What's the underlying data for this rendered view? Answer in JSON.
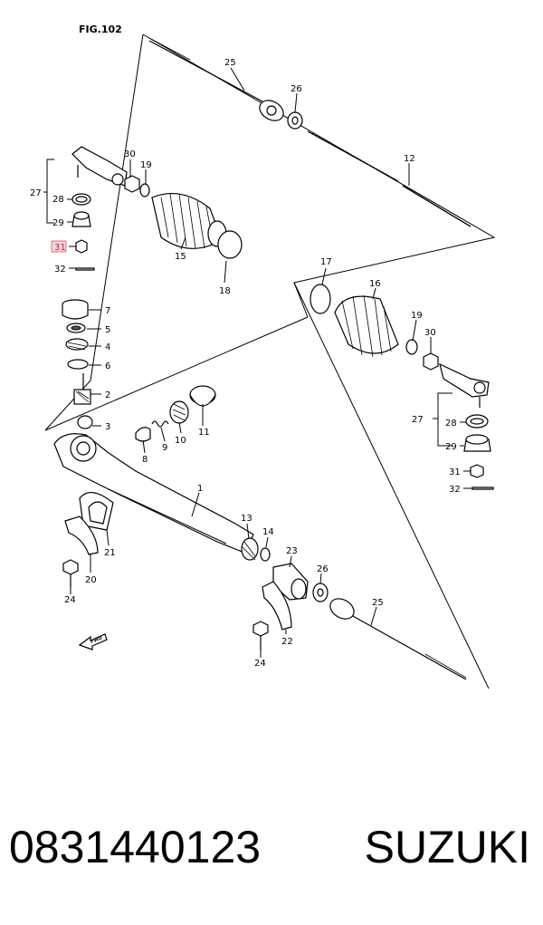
{
  "figure": {
    "title": "FIG.102",
    "fwd_label": "FWD",
    "highlight_color": "#e05060",
    "callouts": {
      "c25a": "25",
      "c26a": "26",
      "c12": "12",
      "c30a": "30",
      "c19a": "19",
      "c27a": "27",
      "c28a": "28",
      "c29a": "29",
      "c31a": "31",
      "c32a": "32",
      "c15": "15",
      "c18": "18",
      "c17": "17",
      "c16": "16",
      "c19b": "19",
      "c30b": "30",
      "c27b": "27",
      "c28b": "28",
      "c29b": "29",
      "c31b": "31",
      "c32b": "32",
      "c7": "7",
      "c5": "5",
      "c4": "4",
      "c6": "6",
      "c2": "2",
      "c3": "3",
      "c8": "8",
      "c9": "9",
      "c10": "10",
      "c11": "11",
      "c1": "1",
      "c13": "13",
      "c14": "14",
      "c23": "23",
      "c26b": "26",
      "c25b": "25",
      "c21": "21",
      "c20": "20",
      "c24a": "24",
      "c22": "22",
      "c24b": "24"
    }
  },
  "footer": {
    "part_number": "0831440123",
    "brand": "SUZUKI"
  }
}
